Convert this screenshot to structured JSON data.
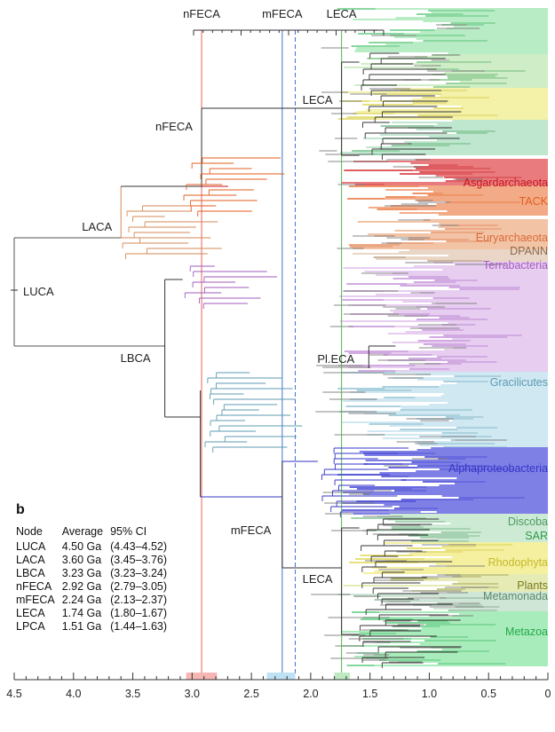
{
  "chart_data": {
    "type": "tree",
    "x_axis": {
      "ticks": [
        "4.5",
        "4.0",
        "3.5",
        "3.0",
        "2.5",
        "2.0",
        "1.5",
        "1.0",
        "0.5",
        "0"
      ],
      "range": [
        4.5,
        0
      ],
      "xlabel": ""
    },
    "top_labels": [
      "nFECA",
      "mFECA",
      "LECA"
    ],
    "nodes": [
      {
        "name": "LUCA",
        "age": 4.5
      },
      {
        "name": "LACA",
        "age": 3.6
      },
      {
        "name": "LBCA",
        "age": 3.23
      },
      {
        "name": "nFECA",
        "age": 2.92
      },
      {
        "name": "mFECA",
        "age": 2.24
      },
      {
        "name": "LECA",
        "age": 1.74
      },
      {
        "name": "Pl.ECA",
        "age": 1.51
      }
    ],
    "vertical_lines": [
      {
        "label": "nFECA",
        "age": 2.92,
        "color": "#e8615a"
      },
      {
        "label": "mFECA",
        "age": 2.24,
        "color": "#3d6fd6"
      },
      {
        "label": "mFECA",
        "age": 2.13,
        "color": "#3d6fd6",
        "dashed": true
      },
      {
        "label": "LECA",
        "age": 1.74,
        "color": "#55b552"
      }
    ],
    "clades": [
      {
        "name": "Asgardarchaeota",
        "color": "#c6171e"
      },
      {
        "name": "TACK",
        "color": "#e35d1e"
      },
      {
        "name": "Euryarchaeota",
        "color": "#d96a35"
      },
      {
        "name": "DPANN",
        "color": "#8a6a4a"
      },
      {
        "name": "Terrabacteria",
        "color": "#a35bbf"
      },
      {
        "name": "Gracilicutes",
        "color": "#5c9bb0"
      },
      {
        "name": "Alphaproteobacteria",
        "color": "#3434c8"
      },
      {
        "name": "Discoba",
        "color": "#4d9a63"
      },
      {
        "name": "SAR",
        "color": "#2f9a49"
      },
      {
        "name": "Rhodophyta",
        "color": "#c9b82a"
      },
      {
        "name": "Plants",
        "color": "#7a7a1e"
      },
      {
        "name": "Metamonada",
        "color": "#5c8a6a"
      },
      {
        "name": "Metazoa",
        "color": "#21a84c"
      }
    ],
    "table": {
      "panel": "b",
      "headers": [
        "Node",
        "Average",
        "95% CI"
      ],
      "rows": [
        [
          "LUCA",
          "4.50 Ga",
          "(4.43–4.52)"
        ],
        [
          "LACA",
          "3.60 Ga",
          "(3.45–3.76)"
        ],
        [
          "LBCA",
          "3.23 Ga",
          "(3.23–3.24)"
        ],
        [
          "nFECA",
          "2.92 Ga",
          "(2.79–3.05)"
        ],
        [
          "mFECA",
          "2.24 Ga",
          "(2.13–2.37)"
        ],
        [
          "LECA",
          "1.74 Ga",
          "(1.80–1.67)"
        ],
        [
          "LPCA",
          "1.51 Ga",
          "(1.44–1.63)"
        ]
      ]
    }
  }
}
